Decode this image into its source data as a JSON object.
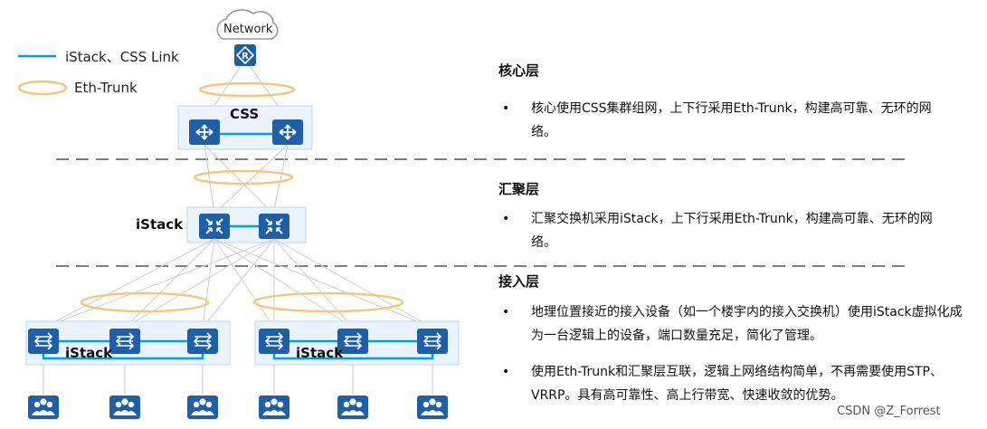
{
  "legend": {
    "link_label": "iStack、CSS Link",
    "trunk_label": "Eth-Trunk"
  },
  "diagram": {
    "network_label": "Network",
    "core_cluster_label": "CSS",
    "agg_stack_label": "iStack",
    "access_stack_left_label": "iStack",
    "access_stack_right_label": "iStack"
  },
  "sections": [
    {
      "title": "核心层",
      "bullets": [
        "核心使用CSS集群组网，上下行采用Eth-Trunk，构建高可靠、无环的网络。"
      ]
    },
    {
      "title": "汇聚层",
      "bullets": [
        "汇聚交换机采用iStack，上下行采用Eth-Trunk，构建高可靠、无环的网络。"
      ]
    },
    {
      "title": "接入层",
      "bullets": [
        "地理位置接近的接入设备（如一个楼宇内的接入交换机）使用iStack虚拟化成为一台逻辑上的设备，端口数量充足，简化了管理。",
        "使用Eth-Trunk和汇聚层互联，逻辑上网络结构简单，不再需要使用STP、VRRP。具有高可靠性、高上行带宽、快速收敛的优势。"
      ]
    }
  ],
  "bullet_symbol": "•",
  "watermark": "CSDN @Z_Forrest",
  "colors": {
    "stack_link": "#00a0e9",
    "eth_trunk": "#f5c77e",
    "device_blue": "#1f5fa8",
    "box_fill": "#eaf3fb",
    "box_border": "#b9d7ef",
    "divider": "#555555"
  },
  "icons": {
    "router": "router-icon",
    "core_switch": "core-switch-icon",
    "agg_switch": "aggregation-switch-icon",
    "access_switch": "access-switch-icon",
    "user_group": "user-group-icon",
    "cloud": "cloud-icon"
  }
}
